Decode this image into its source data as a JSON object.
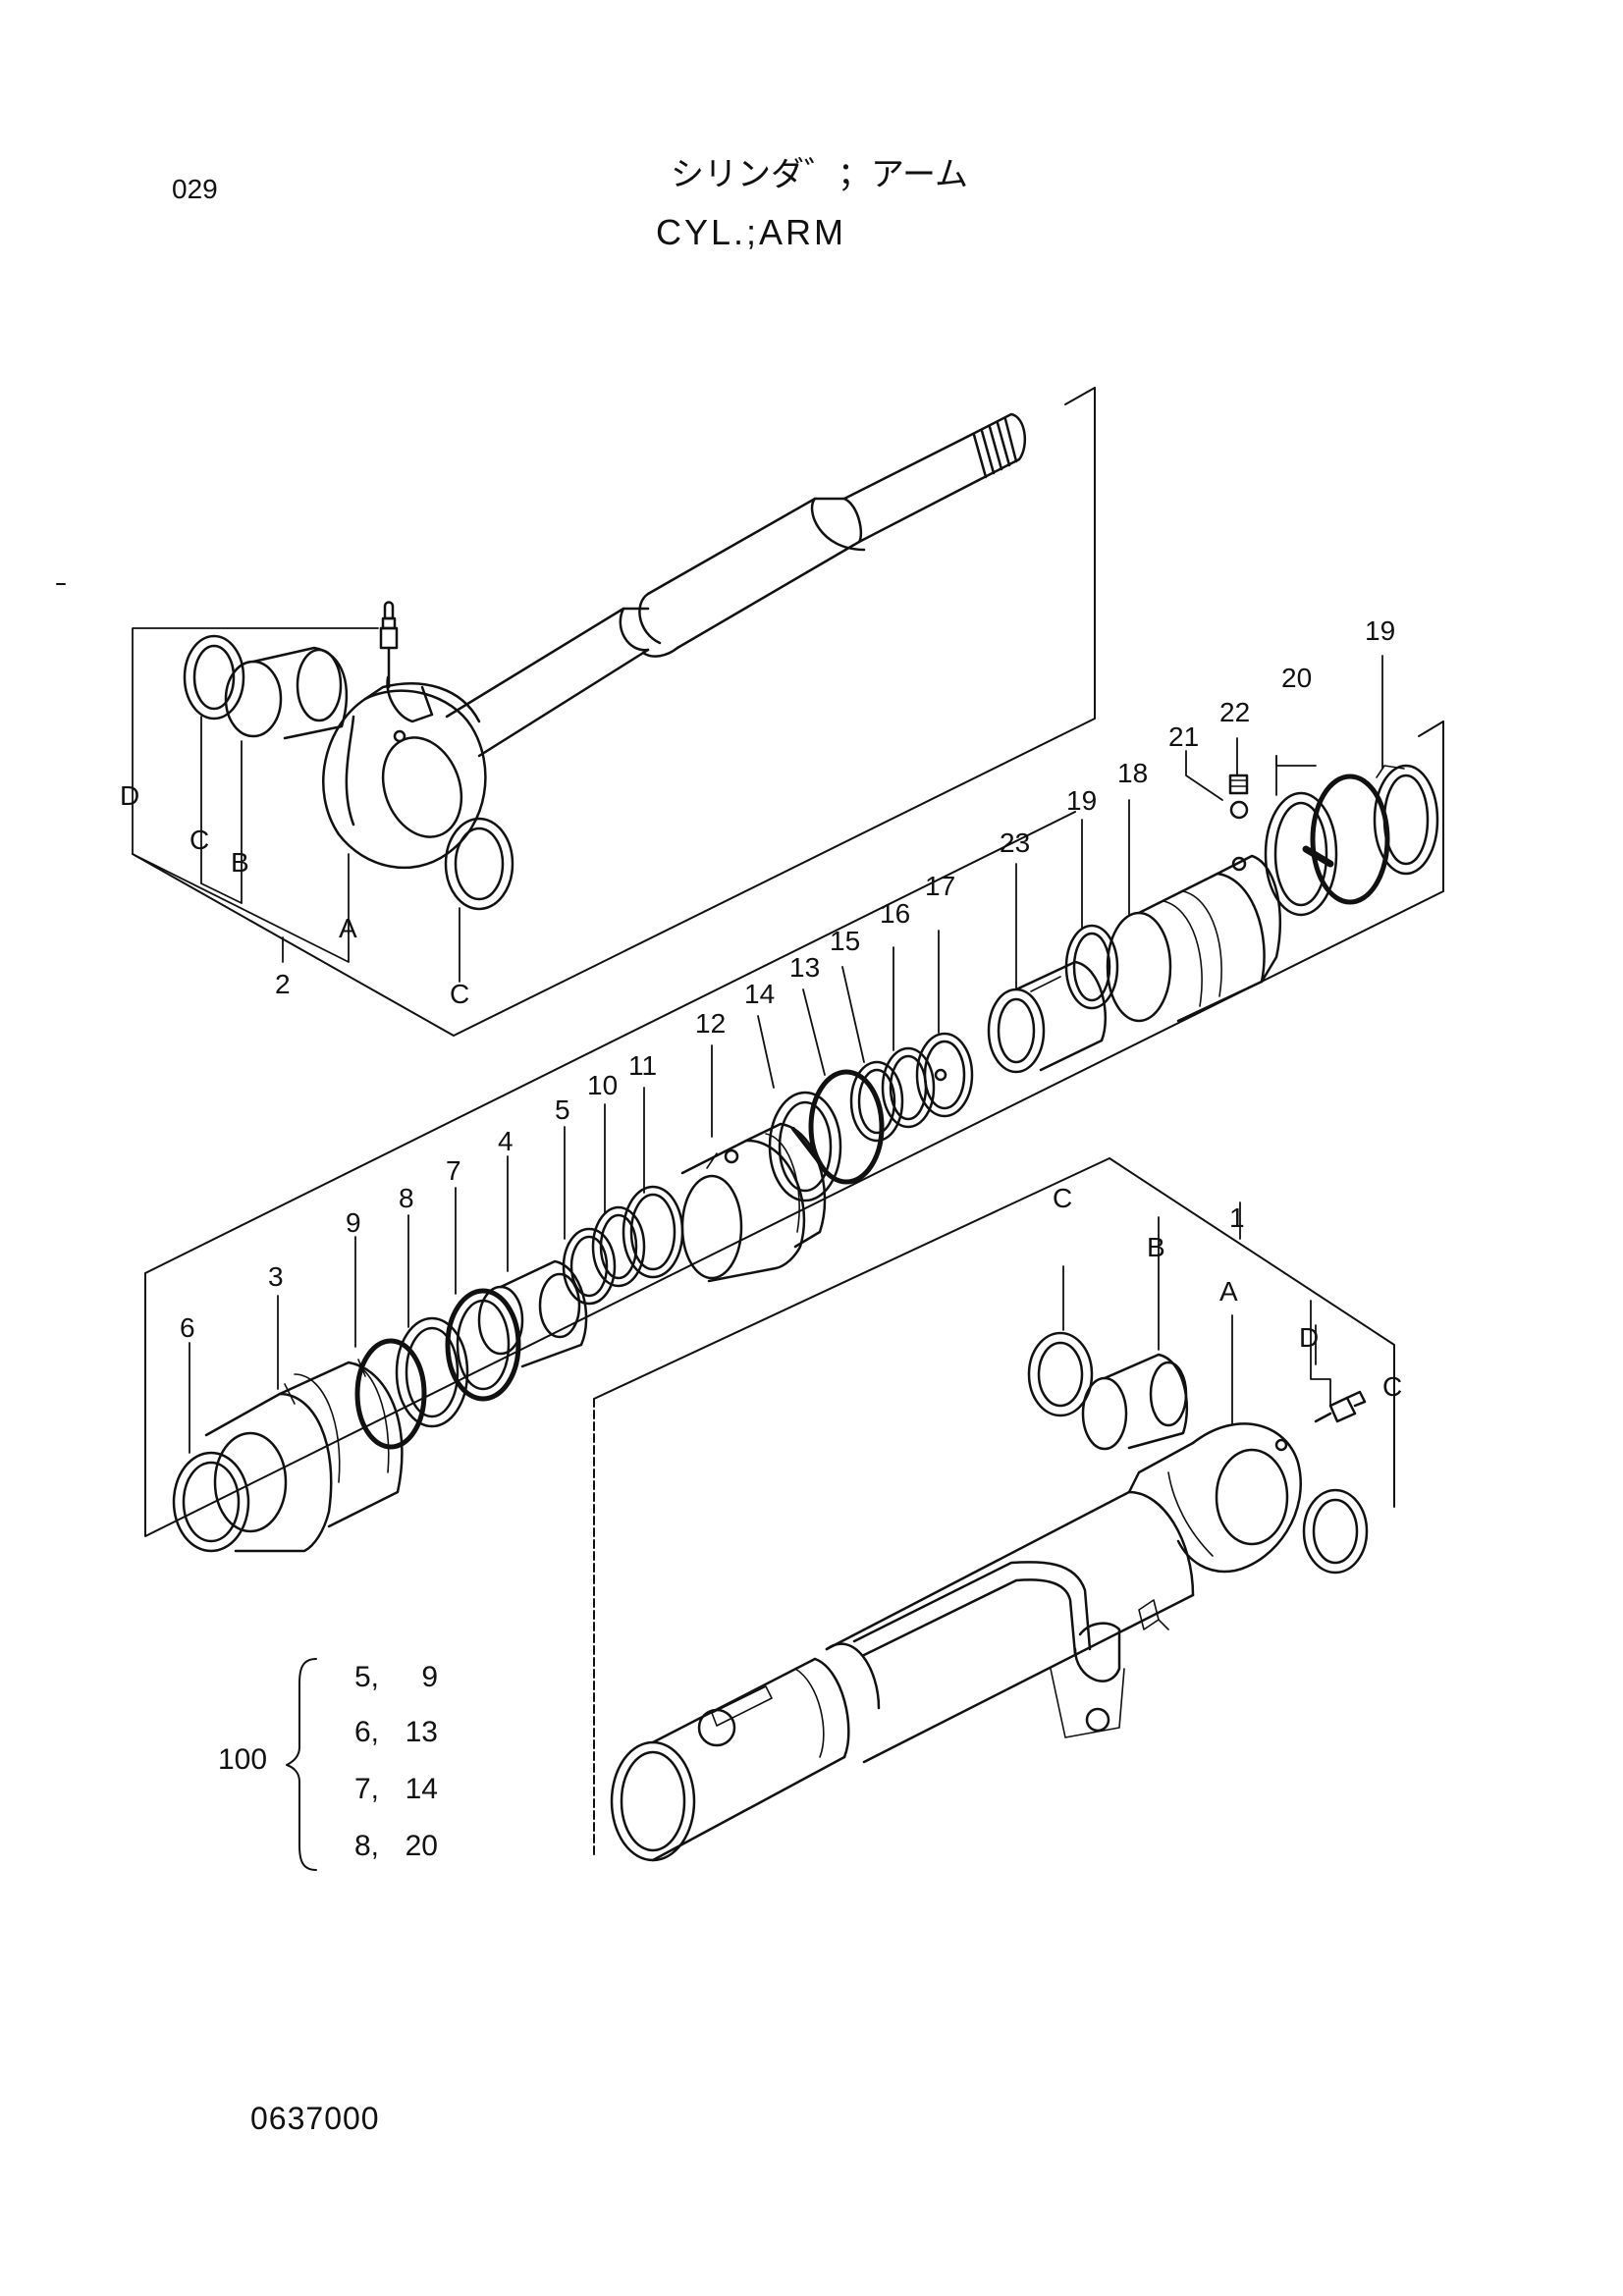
{
  "header": {
    "page_number": "029",
    "title_jp": "シリンダ゛；アーム",
    "title_en": "CYL.;ARM"
  },
  "footer": {
    "drawing_number": "0637000"
  },
  "kit": {
    "label": "100",
    "rows": [
      {
        "a": "5,",
        "b": "9"
      },
      {
        "a": "6,",
        "b": "13"
      },
      {
        "a": "7,",
        "b": "14"
      },
      {
        "a": "8,",
        "b": "20"
      }
    ]
  },
  "callouts": {
    "n1": "1",
    "n2": "2",
    "n3": "3",
    "n4": "4",
    "n5": "5",
    "n6": "6",
    "n7": "7",
    "n8": "8",
    "n9": "9",
    "n10": "10",
    "n11": "11",
    "n12": "12",
    "n13": "13",
    "n14": "14",
    "n15": "15",
    "n16": "16",
    "n17": "17",
    "n18": "18",
    "n19": "19",
    "n20": "20",
    "n21": "21",
    "n22": "22",
    "n23": "23",
    "A": "A",
    "B": "B",
    "C": "C",
    "D": "D"
  },
  "colors": {
    "line": "#111111",
    "paper": "#ffffff"
  }
}
